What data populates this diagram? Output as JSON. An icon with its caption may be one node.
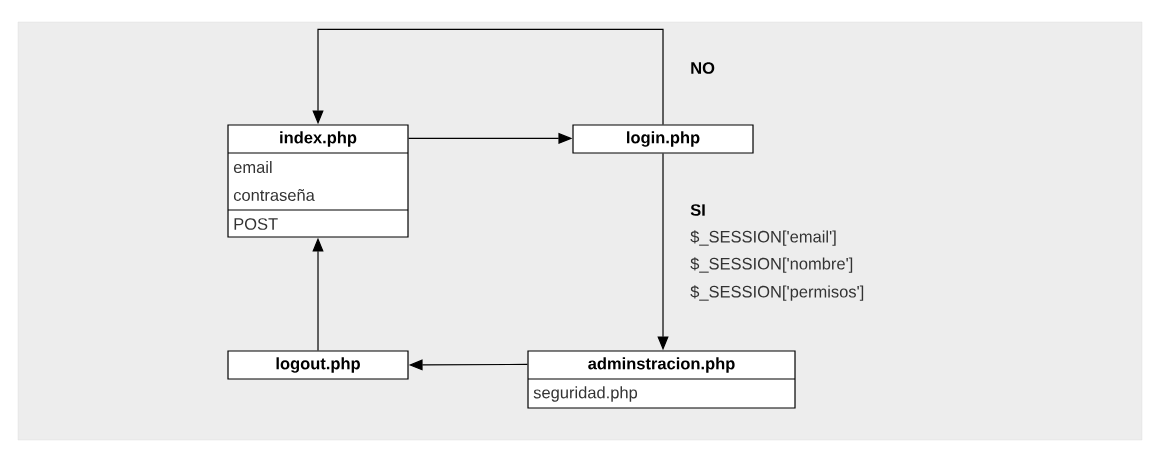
{
  "diagram": {
    "nodes": [
      {
        "text": [
          "index.php",
          "email",
          "contraseña",
          "POST"
        ]
      },
      {
        "text": [
          "login.php"
        ]
      },
      {
        "text": [
          "adminstracion.php",
          "seguridad.php"
        ]
      },
      {
        "text": [
          "logout.php"
        ]
      }
    ],
    "edges": [
      {
        "from": 0,
        "to": 1,
        "arrow": "to"
      },
      {
        "from": 1,
        "to": 0,
        "arrow": "to",
        "label": "NO"
      },
      {
        "from": 1,
        "to": 2,
        "arrow": "to",
        "label": "SI"
      },
      {
        "from": 2,
        "to": 3,
        "arrow": "to"
      },
      {
        "from": 3,
        "to": 0,
        "arrow": "to"
      }
    ],
    "labels": [
      "$_SESSION['email']",
      "$_SESSION['nombre']",
      "$_SESSION['permisos']"
    ]
  }
}
